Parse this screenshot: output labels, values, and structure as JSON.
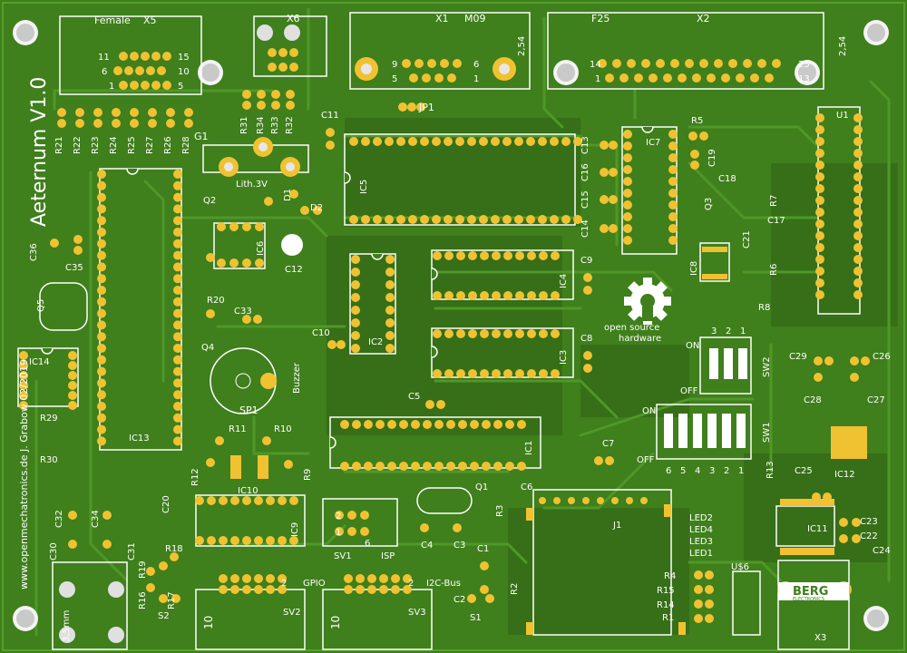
{
  "board": {
    "title": "Aeternum V1.0",
    "credits": "www.openmechatronics.de  J. Grabow 02/2019",
    "colors": {
      "board": "#3f7f1c",
      "trace": "#4d9426",
      "pour": "#367018",
      "pad": "#f0c232",
      "silk": "#ffffff",
      "hole": "#d8d8d8"
    }
  },
  "labels": {
    "x5": "X5",
    "x5_female": "Female",
    "x6": "X6",
    "x1": "X1",
    "x1_type": "M09",
    "x2": "X2",
    "x2_type": "F25",
    "pitch": "2,54",
    "jp1": "JP1",
    "c11": "C11",
    "g1": "G1",
    "lith": "Lith.3V",
    "q2": "Q2",
    "d1": "D1",
    "d2": "D2",
    "ic5": "IC5",
    "c13": "C13",
    "c16": "C16",
    "c15": "C15",
    "c14": "C14",
    "ic7": "IC7",
    "r5": "R5",
    "c19": "C19",
    "u1": "U1",
    "c18": "C18",
    "r7": "R7",
    "q3": "Q3",
    "c17": "C17",
    "c21": "C21",
    "ic8": "IC8",
    "r6": "R6",
    "r8": "R8",
    "c36": "C36",
    "c35": "C35",
    "ic6": "IC6",
    "c12": "C12",
    "c9": "C9",
    "ic4": "IC4",
    "osh1": "open source",
    "osh2": "hardware",
    "q5": "Q5",
    "r20": "R20",
    "c33": "C33",
    "q4": "Q4",
    "c10": "C10",
    "ic2": "IC2",
    "c8": "C8",
    "ic3": "IC3",
    "on": "ON",
    "off": "OFF",
    "sw2": "SW2",
    "sw1": "SW1",
    "c29": "C29",
    "c26": "C26",
    "c28": "C28",
    "c27": "C27",
    "ic14": "IC14",
    "buzzer": "Buzzer",
    "sp1": "SP1",
    "c5": "C5",
    "r29": "R29",
    "r30": "R30",
    "ic13": "IC13",
    "r11": "R11",
    "r10": "R10",
    "ic1": "IC1",
    "ic12": "IC12",
    "c7": "C7",
    "r12": "R12",
    "ic10": "IC10",
    "r9": "R9",
    "c20": "C20",
    "q1": "Q1",
    "c6": "C6",
    "r3": "R3",
    "r13": "R13",
    "c25": "C25",
    "c32": "C32",
    "c34": "C34",
    "ic9": "IC9",
    "sv1": "SV1",
    "isp": "ISP",
    "c4": "C4",
    "c3": "C3",
    "j1": "J1",
    "led2": "LED2",
    "led4": "LED4",
    "led3": "LED3",
    "led1": "LED1",
    "ic11": "IC11",
    "c23": "C23",
    "c22": "C22",
    "c30": "C30",
    "c31": "C31",
    "r18": "R18",
    "r19": "R19",
    "c1": "C1",
    "c24": "C24",
    "gpio": "GPIO",
    "i2c": "I2C-Bus",
    "r4": "R4",
    "r15": "R15",
    "r14": "R14",
    "r1": "R1",
    "us6": "U$6",
    "berg": "BERG",
    "electronics": "ELECTRONICS",
    "r16": "R16",
    "r17": "R17",
    "s2": "S2",
    "sv2": "SV2",
    "sv3": "SV3",
    "c2": "C2",
    "r2": "R2",
    "s1": "S1",
    "x3": "X3",
    "jack": "3,5mm",
    "ten": "10",
    "one": "1",
    "two": "2",
    "three": "3",
    "four": "4",
    "five": "5",
    "six": "6",
    "nine": "9",
    "eleven": "11",
    "thirteen": "13",
    "fourteen": "14",
    "fifteen": "15",
    "twentyfive": "25",
    "r21": "R21",
    "r22": "R22",
    "r23": "R23",
    "r24": "R24",
    "r25": "R25",
    "r27": "R27",
    "r26": "R26",
    "r28": "R28",
    "r31": "R31",
    "r34": "R34",
    "r33": "R33",
    "r32": "R32"
  }
}
